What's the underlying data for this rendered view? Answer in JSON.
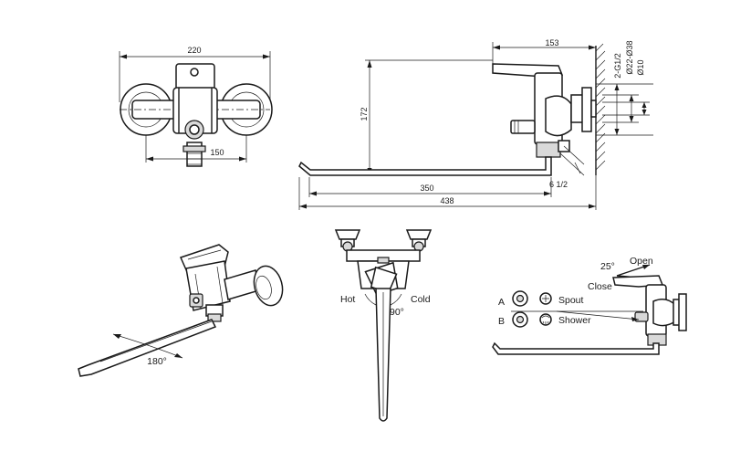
{
  "views": {
    "top": {
      "width_dim": "220",
      "center_dim": "150"
    },
    "side": {
      "height_dim": "172",
      "reach_dim": "153",
      "spout_dim": "350",
      "total_dim": "438",
      "thread_dim": "6 1/2",
      "vertical_dims": [
        "2-G1/2",
        "Ø22-Ø38",
        "Ø10"
      ]
    },
    "iso": {
      "rotation_dim": "180°"
    },
    "front": {
      "hot_label": "Hot",
      "cold_label": "Cold",
      "angle_label": "90°"
    },
    "switch": {
      "open_label": "Open",
      "close_label": "Close",
      "angle_label": "25°",
      "a_label": "A",
      "b_label": "B",
      "spout_label": "Spout",
      "shower_label": "Shower"
    }
  },
  "colors": {
    "line": "#1a1a1a",
    "fill": "#d9d9d9",
    "background": "#ffffff"
  }
}
